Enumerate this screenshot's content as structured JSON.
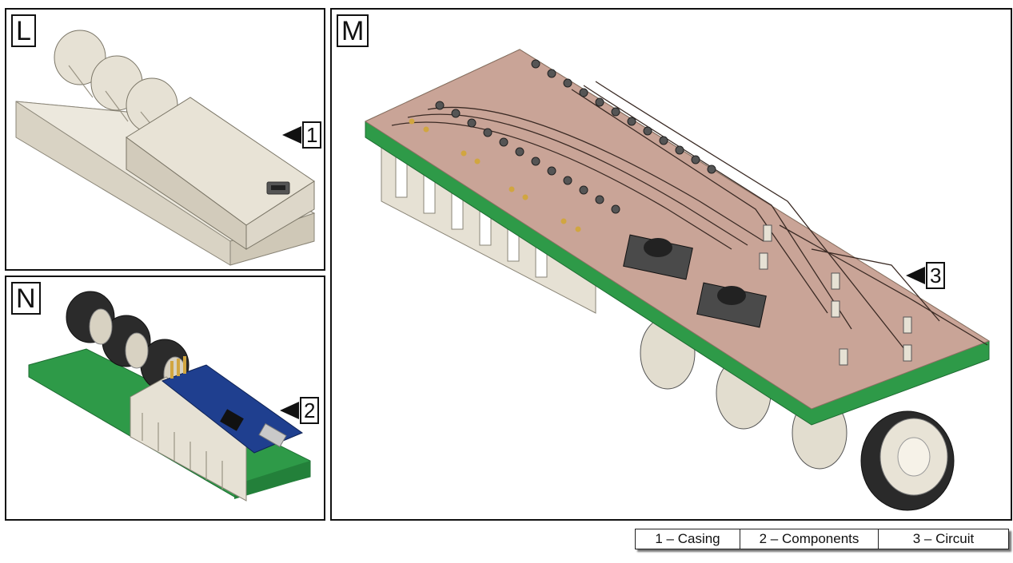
{
  "panels": {
    "l": {
      "letter": "L",
      "callout": "1"
    },
    "n": {
      "letter": "N",
      "callout": "2"
    },
    "m": {
      "letter": "M",
      "callout": "3"
    }
  },
  "legend": [
    {
      "label": "1 – Casing"
    },
    {
      "label": "2 – Components"
    },
    {
      "label": "3 – Circuit"
    }
  ],
  "colors": {
    "casing": "#e6e1d4",
    "pcb_green": "#2e9a48",
    "pcb_copper": "#c9a497",
    "arduino_blue": "#1f3f8f",
    "knob_dark": "#2a2a2a"
  }
}
